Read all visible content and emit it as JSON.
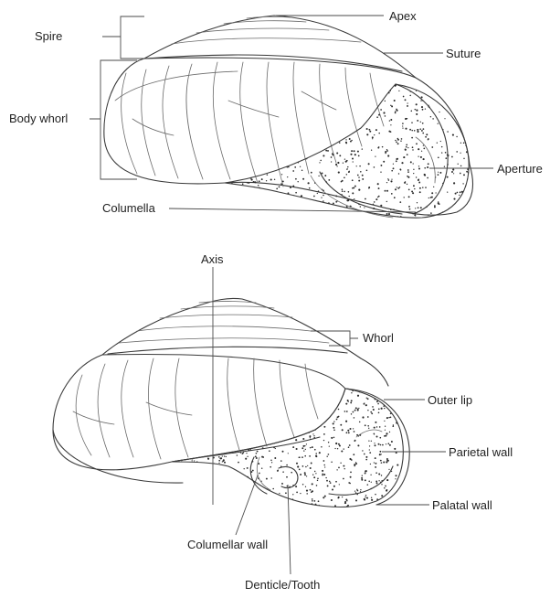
{
  "labels": {
    "spire": "Spire",
    "apex": "Apex",
    "suture": "Suture",
    "body_whorl": "Body whorl",
    "aperture": "Aperture",
    "columella": "Columella",
    "axis": "Axis",
    "whorl": "Whorl",
    "outer_lip": "Outer lip",
    "parietal_wall": "Parietal wall",
    "palatal_wall": "Palatal wall",
    "columellar_wall": "Columellar wall",
    "denticle_tooth": "Denticle/Tooth"
  },
  "colors": {
    "ink": "#3a3a3a",
    "stipple": "#2a2a2a",
    "background": "#ffffff"
  }
}
